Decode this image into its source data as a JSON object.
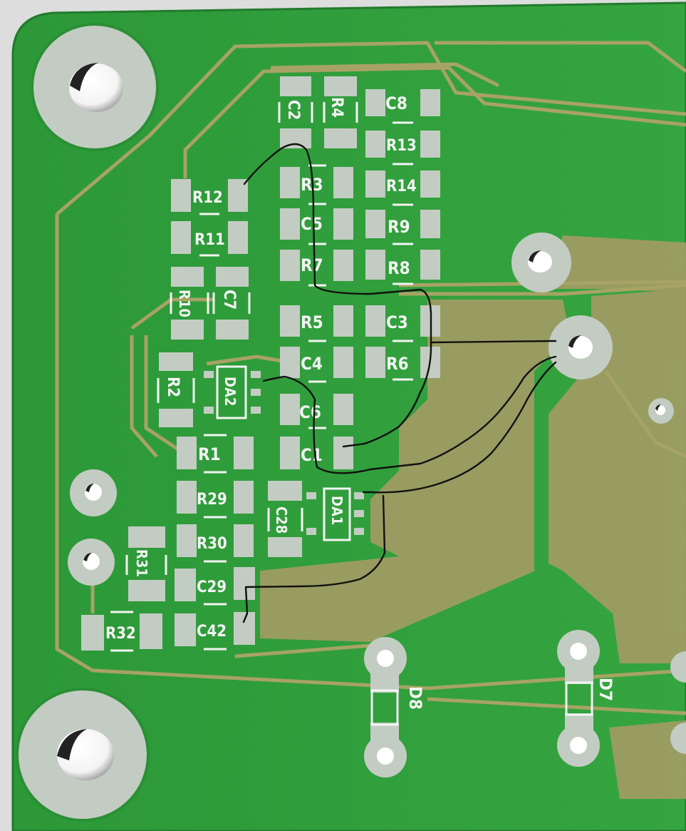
{
  "colors": {
    "background": "#dcdddc",
    "board": "#2f9a3a",
    "board_edge": "#257d2f",
    "trace": "#a7a364",
    "copper_pour": "#9e9c63",
    "pad": "#c3ccc2",
    "silkscreen": "#f2f4f2",
    "sketch": "#111111"
  },
  "components": {
    "capacitors": [
      {
        "ref": "C1"
      },
      {
        "ref": "C2"
      },
      {
        "ref": "C3"
      },
      {
        "ref": "C4"
      },
      {
        "ref": "C5"
      },
      {
        "ref": "C6"
      },
      {
        "ref": "C7"
      },
      {
        "ref": "C8"
      },
      {
        "ref": "C28"
      },
      {
        "ref": "C29"
      },
      {
        "ref": "C42"
      }
    ],
    "resistors": [
      {
        "ref": "R1"
      },
      {
        "ref": "R2"
      },
      {
        "ref": "R3"
      },
      {
        "ref": "R4"
      },
      {
        "ref": "R5"
      },
      {
        "ref": "R6"
      },
      {
        "ref": "R7"
      },
      {
        "ref": "R8"
      },
      {
        "ref": "R9"
      },
      {
        "ref": "R10"
      },
      {
        "ref": "R11"
      },
      {
        "ref": "R12"
      },
      {
        "ref": "R13"
      },
      {
        "ref": "R14"
      },
      {
        "ref": "R29"
      },
      {
        "ref": "R30"
      },
      {
        "ref": "R31"
      },
      {
        "ref": "R32"
      }
    ],
    "ics": [
      {
        "ref": "DA1"
      },
      {
        "ref": "DA2"
      }
    ],
    "diodes": [
      {
        "ref": "D7"
      },
      {
        "ref": "D8"
      }
    ]
  }
}
